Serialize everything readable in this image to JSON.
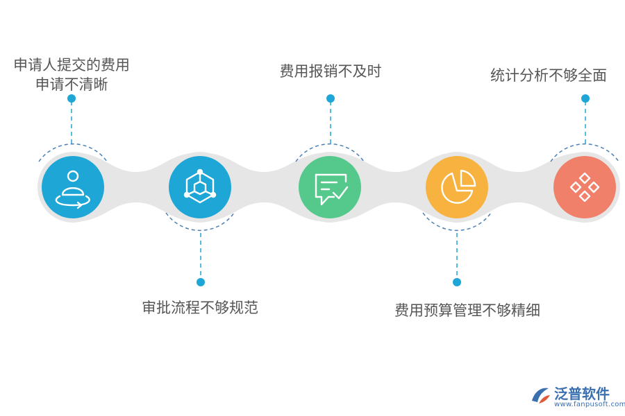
{
  "steps": [
    {
      "line1": "申请人提交的费用",
      "line2": "申请不清晰",
      "color": "#1ea6d6",
      "icon": "person-orbit-icon"
    },
    {
      "line1": "审批流程不够规范",
      "line2": "",
      "color": "#1ea6d6",
      "icon": "hexagon-network-icon"
    },
    {
      "line1": "费用报销不及时",
      "line2": "",
      "color": "#55c98b",
      "icon": "chat-check-icon"
    },
    {
      "line1": "费用预算管理不够精细",
      "line2": "",
      "color": "#f7b240",
      "icon": "pie-chart-icon"
    },
    {
      "line1": "统计分析不够全面",
      "line2": "",
      "color": "#f0806a",
      "icon": "diamond-grid-icon"
    }
  ],
  "connector_color": "#e6e6e6",
  "accent_line_color": "#4a7fb5",
  "dot_color": "#1ea6d6",
  "logo": {
    "name": "泛普软件",
    "url": "www.fanpusoft.com"
  }
}
